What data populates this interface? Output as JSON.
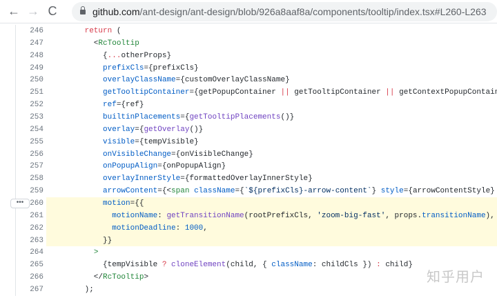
{
  "browser": {
    "url_host": "github.com",
    "url_path": "/ant-design/ant-design/blob/926a8aaf8a/components/tooltip/index.tsx#L260-L263",
    "back": "←",
    "forward": "→",
    "reload": "C"
  },
  "watermark": "知乎用户",
  "expand_label": "•••",
  "lines": [
    {
      "n": "246",
      "hl": false,
      "tokens": [
        [
          "      ",
          ""
        ],
        [
          "return",
          "k"
        ],
        [
          " (",
          ""
        ]
      ]
    },
    {
      "n": "247",
      "hl": false,
      "tokens": [
        [
          "        <",
          ""
        ],
        [
          "RcTooltip",
          "t"
        ]
      ]
    },
    {
      "n": "248",
      "hl": false,
      "tokens": [
        [
          "          {",
          ""
        ],
        [
          "...",
          "k"
        ],
        [
          "otherProps}",
          ""
        ]
      ]
    },
    {
      "n": "249",
      "hl": false,
      "tokens": [
        [
          "          ",
          ""
        ],
        [
          "prefixCls",
          "a"
        ],
        [
          "={prefixCls}",
          ""
        ]
      ]
    },
    {
      "n": "250",
      "hl": false,
      "tokens": [
        [
          "          ",
          ""
        ],
        [
          "overlayClassName",
          "a"
        ],
        [
          "={customOverlayClassName}",
          ""
        ]
      ]
    },
    {
      "n": "251",
      "hl": false,
      "tokens": [
        [
          "          ",
          ""
        ],
        [
          "getTooltipContainer",
          "a"
        ],
        [
          "={getPopupContainer ",
          ""
        ],
        [
          "||",
          "k"
        ],
        [
          " getTooltipContainer ",
          ""
        ],
        [
          "||",
          "k"
        ],
        [
          " getContextPopupContainer}",
          ""
        ]
      ]
    },
    {
      "n": "252",
      "hl": false,
      "tokens": [
        [
          "          ",
          ""
        ],
        [
          "ref",
          "a"
        ],
        [
          "={ref}",
          ""
        ]
      ]
    },
    {
      "n": "253",
      "hl": false,
      "tokens": [
        [
          "          ",
          ""
        ],
        [
          "builtinPlacements",
          "a"
        ],
        [
          "={",
          ""
        ],
        [
          "getTooltipPlacements",
          "f"
        ],
        [
          "()}",
          ""
        ]
      ]
    },
    {
      "n": "254",
      "hl": false,
      "tokens": [
        [
          "          ",
          ""
        ],
        [
          "overlay",
          "a"
        ],
        [
          "={",
          ""
        ],
        [
          "getOverlay",
          "f"
        ],
        [
          "()}",
          ""
        ]
      ]
    },
    {
      "n": "255",
      "hl": false,
      "tokens": [
        [
          "          ",
          ""
        ],
        [
          "visible",
          "a"
        ],
        [
          "={tempVisible}",
          ""
        ]
      ]
    },
    {
      "n": "256",
      "hl": false,
      "tokens": [
        [
          "          ",
          ""
        ],
        [
          "onVisibleChange",
          "a"
        ],
        [
          "={onVisibleChange}",
          ""
        ]
      ]
    },
    {
      "n": "257",
      "hl": false,
      "tokens": [
        [
          "          ",
          ""
        ],
        [
          "onPopupAlign",
          "a"
        ],
        [
          "={onPopupAlign}",
          ""
        ]
      ]
    },
    {
      "n": "258",
      "hl": false,
      "tokens": [
        [
          "          ",
          ""
        ],
        [
          "overlayInnerStyle",
          "a"
        ],
        [
          "={formattedOverlayInnerStyle}",
          ""
        ]
      ]
    },
    {
      "n": "259",
      "hl": false,
      "tokens": [
        [
          "          ",
          ""
        ],
        [
          "arrowContent",
          "a"
        ],
        [
          "={<",
          ""
        ],
        [
          "span",
          "t"
        ],
        [
          " ",
          ""
        ],
        [
          "className",
          "a"
        ],
        [
          "={",
          ""
        ],
        [
          "`${prefixCls}-arrow-content`",
          "s"
        ],
        [
          "} ",
          ""
        ],
        [
          "style",
          "a"
        ],
        [
          "={arrowContentStyle} />}",
          ""
        ]
      ]
    },
    {
      "n": "260",
      "hl": true,
      "tokens": [
        [
          "          ",
          ""
        ],
        [
          "motion",
          "a"
        ],
        [
          "={{",
          ""
        ]
      ]
    },
    {
      "n": "261",
      "hl": true,
      "tokens": [
        [
          "            ",
          ""
        ],
        [
          "motionName",
          "a"
        ],
        [
          ": ",
          ""
        ],
        [
          "getTransitionName",
          "f"
        ],
        [
          "(rootPrefixCls, ",
          ""
        ],
        [
          "'zoom-big-fast'",
          "s"
        ],
        [
          ", props.",
          ""
        ],
        [
          "transitionName",
          "a"
        ],
        [
          "),",
          ""
        ]
      ]
    },
    {
      "n": "262",
      "hl": true,
      "tokens": [
        [
          "            ",
          ""
        ],
        [
          "motionDeadline",
          "a"
        ],
        [
          ": ",
          ""
        ],
        [
          "1000",
          "c"
        ],
        [
          ",",
          ""
        ]
      ]
    },
    {
      "n": "263",
      "hl": true,
      "tokens": [
        [
          "          }}",
          ""
        ]
      ]
    },
    {
      "n": "264",
      "hl": false,
      "tokens": [
        [
          "        ",
          ""
        ],
        [
          ">",
          "t"
        ]
      ]
    },
    {
      "n": "265",
      "hl": false,
      "tokens": [
        [
          "          {tempVisible ",
          ""
        ],
        [
          "?",
          "k"
        ],
        [
          " ",
          ""
        ],
        [
          "cloneElement",
          "f"
        ],
        [
          "(child, { ",
          ""
        ],
        [
          "className",
          "a"
        ],
        [
          ": childCls }) ",
          ""
        ],
        [
          ":",
          "k"
        ],
        [
          " child}",
          ""
        ]
      ]
    },
    {
      "n": "266",
      "hl": false,
      "tokens": [
        [
          "        </",
          ""
        ],
        [
          "RcTooltip",
          "t"
        ],
        [
          ">",
          ""
        ]
      ]
    },
    {
      "n": "267",
      "hl": false,
      "tokens": [
        [
          "      );",
          ""
        ]
      ]
    }
  ]
}
